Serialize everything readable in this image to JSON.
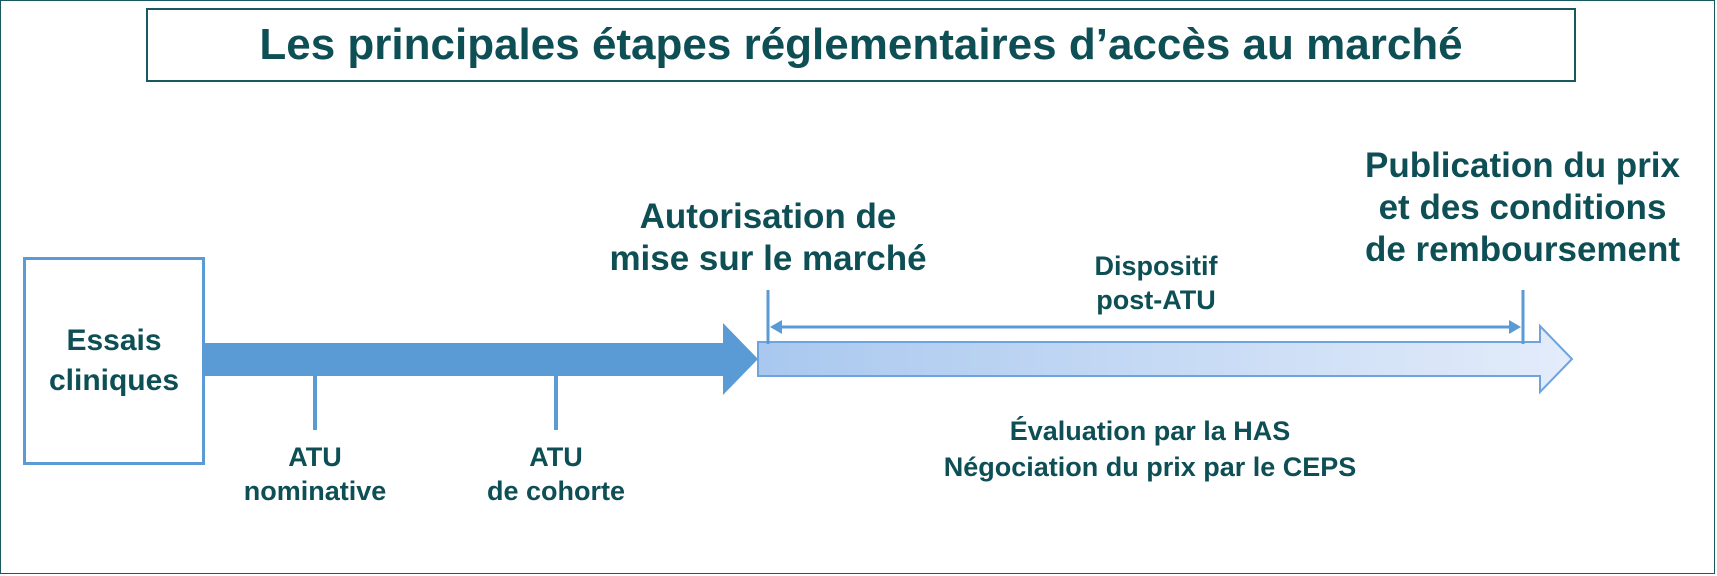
{
  "title": "Les principales étapes réglementaires d’accès au marché",
  "essais": {
    "line1": "Essais",
    "line2": "cliniques"
  },
  "atu_nominative": {
    "line1": "ATU",
    "line2": "nominative"
  },
  "atu_cohorte": {
    "line1": "ATU",
    "line2": "de cohorte"
  },
  "amm": {
    "line1": "Autorisation de",
    "line2": "mise sur le marché"
  },
  "dispositif": {
    "line1": "Dispositif",
    "line2": "post-ATU"
  },
  "publication": {
    "line1": "Publication du prix",
    "line2": "et des conditions",
    "line3": "de remboursement"
  },
  "evaluation": {
    "line1": "Évaluation par la HAS",
    "line2": "Négociation du prix par le CEPS"
  },
  "colors": {
    "text": "#0d4f55",
    "frame": "#17595e",
    "arrow_solid": "#5b9bd5",
    "arrow_gradient_start": "#a9c8ef",
    "arrow_gradient_end": "#e3ecfa",
    "arrow_outline": "#6ea3dd"
  }
}
